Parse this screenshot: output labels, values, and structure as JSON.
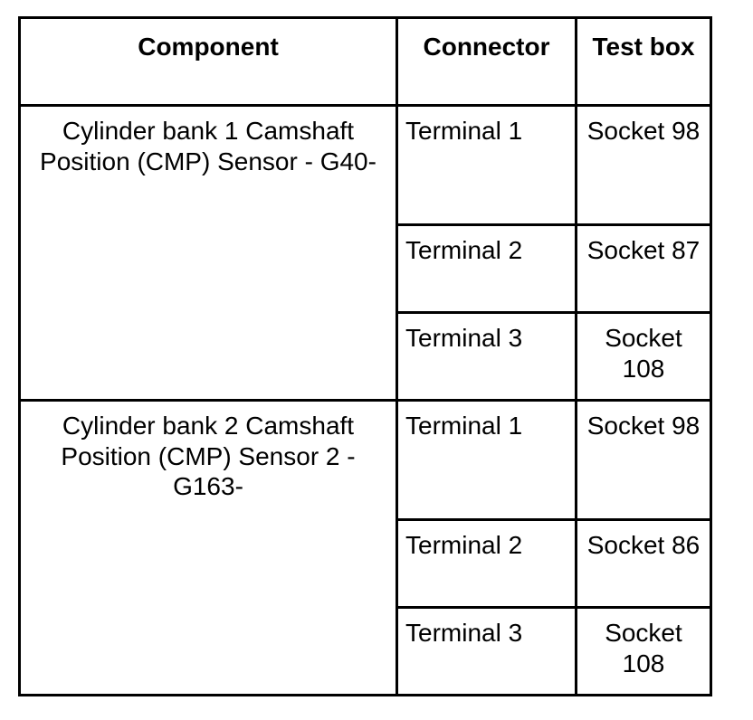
{
  "table": {
    "headers": {
      "component": "Component",
      "connector": "Connector",
      "test_box": "Test box"
    },
    "sections": [
      {
        "component": "Cylinder bank 1 Camshaft Position (CMP) Sensor - G40-",
        "rows": [
          {
            "connector": "Terminal 1",
            "test_box": "Socket 98"
          },
          {
            "connector": "Terminal 2",
            "test_box": "Socket 87"
          },
          {
            "connector": "Terminal 3",
            "test_box": "Socket 108"
          }
        ]
      },
      {
        "component": "Cylinder bank 2 Camshaft Position (CMP) Sensor 2 - G163-",
        "rows": [
          {
            "connector": "Terminal 1",
            "test_box": "Socket 98"
          },
          {
            "connector": "Terminal 2",
            "test_box": "Socket 86"
          },
          {
            "connector": "Terminal 3",
            "test_box": "Socket 108"
          }
        ]
      }
    ],
    "colors": {
      "border": "#000000",
      "background": "#ffffff",
      "text": "#000000"
    }
  }
}
